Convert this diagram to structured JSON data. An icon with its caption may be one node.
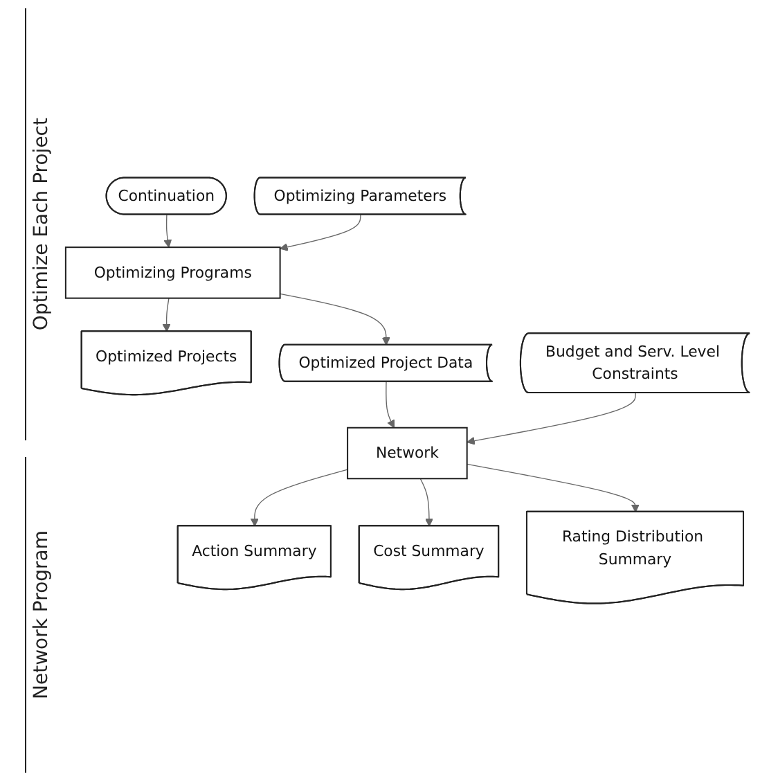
{
  "diagram": {
    "nodes": [
      {
        "text": [
          "Continuation"
        ]
      },
      {
        "text": [
          "Optimizing Parameters"
        ]
      },
      {
        "text": [
          "Optimizing Programs"
        ]
      },
      {
        "text": [
          "Optimized Projects"
        ]
      },
      {
        "text": [
          "Optimized Project Data"
        ]
      },
      {
        "text": [
          "Budget and Serv. Level Constraints"
        ]
      },
      {
        "text": [
          "Network"
        ]
      },
      {
        "text": [
          "Action Summary"
        ]
      },
      {
        "text": [
          "Cost Summary"
        ]
      },
      {
        "text": [
          "Rating Distribution Summary"
        ]
      }
    ],
    "edges": [
      {
        "from": 0,
        "to": 2,
        "arrow": "to"
      },
      {
        "from": 1,
        "to": 2,
        "arrow": "to"
      },
      {
        "from": 2,
        "to": 3,
        "arrow": "to"
      },
      {
        "from": 2,
        "to": 4,
        "arrow": "to"
      },
      {
        "from": 4,
        "to": 6,
        "arrow": "to"
      },
      {
        "from": 5,
        "to": 6,
        "arrow": "to"
      },
      {
        "from": 6,
        "to": 7,
        "arrow": "to"
      },
      {
        "from": 6,
        "to": 8,
        "arrow": "to"
      },
      {
        "from": 6,
        "to": 9,
        "arrow": "to"
      }
    ],
    "labels": [
      "Optimize Each Project",
      "Network Program"
    ]
  }
}
